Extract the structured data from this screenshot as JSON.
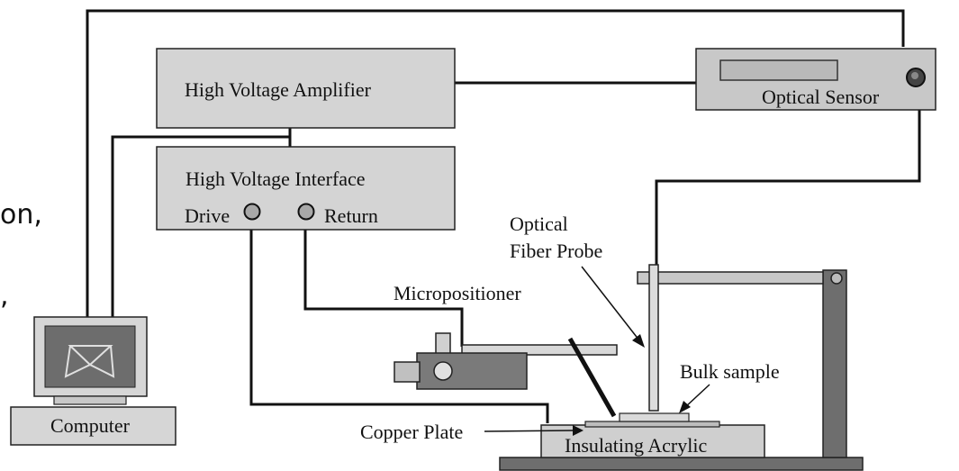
{
  "labels": {
    "amplifier": "High Voltage Amplifier",
    "interface": "High Voltage Interface",
    "drive": "Drive",
    "return": "Return",
    "sensor": "Optical Sensor",
    "probe_line1": "Optical",
    "probe_line2": "Fiber Probe",
    "micropositioner": "Micropositioner",
    "bulk_sample": "Bulk sample",
    "copper_plate": "Copper Plate",
    "insulating_acrylic": "Insulating Acrylic",
    "computer": "Computer"
  },
  "side_text": [
    "on,",
    ","
  ],
  "colors": {
    "box_fill": "#d4d4d4",
    "sensor_fill": "#c8c8c8",
    "stand_fill": "#6e6e6e",
    "wire": "#111111"
  }
}
